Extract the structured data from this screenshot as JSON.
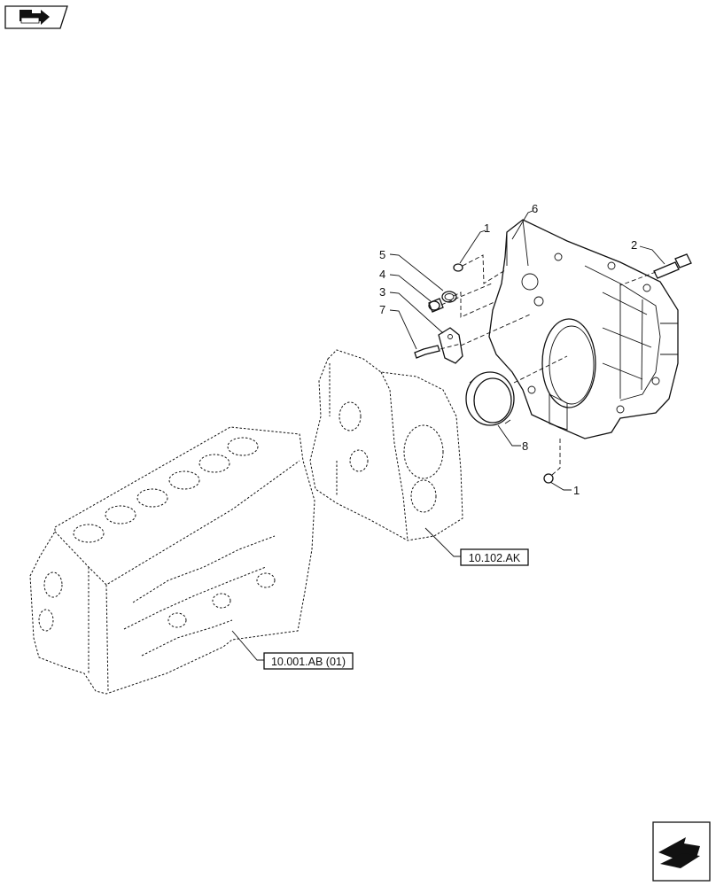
{
  "nav": {
    "top_icon": "book-arrow-icon",
    "bottom_icon": "next-page-arrow-icon"
  },
  "callouts": {
    "c1_top": "1",
    "c1_bottom": "1",
    "c2": "2",
    "c3": "3",
    "c4": "4",
    "c5": "5",
    "c6": "6",
    "c7": "7",
    "c8": "8"
  },
  "references": {
    "gear_housing": "10.102.AK",
    "engine_block": "10.001.AB (01)"
  }
}
